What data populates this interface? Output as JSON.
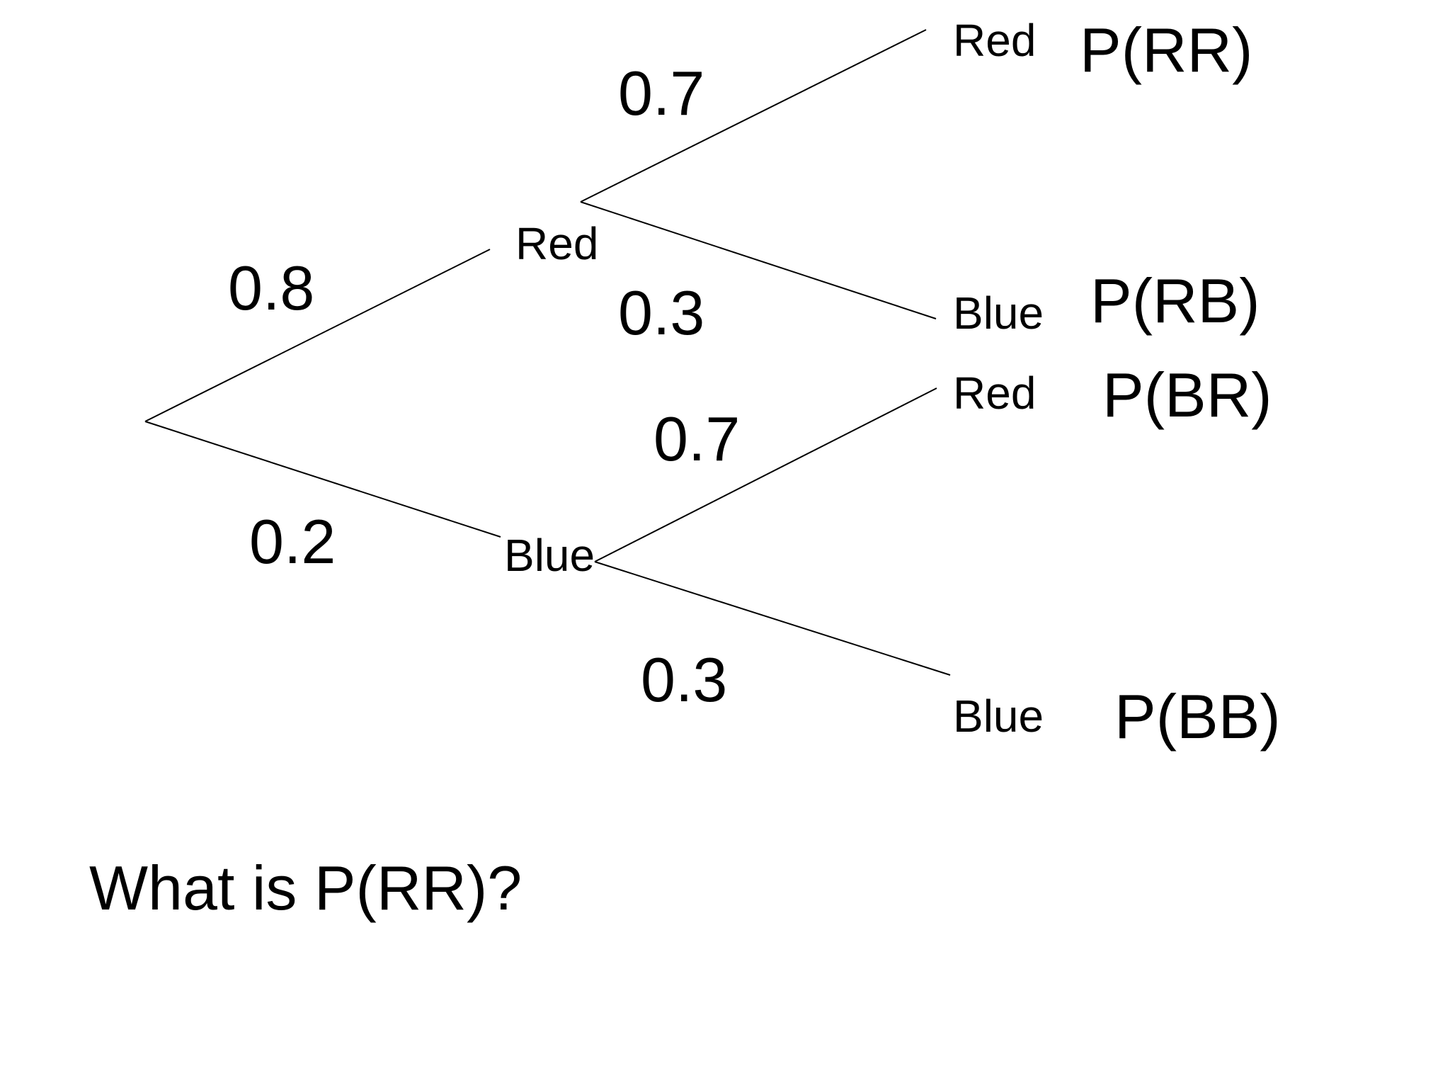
{
  "first_draw": {
    "red": {
      "label": "Red",
      "probability": "0.8"
    },
    "blue": {
      "label": "Blue",
      "probability": "0.2"
    }
  },
  "second_draw_after_red": {
    "red": {
      "label": "Red",
      "probability": "0.7",
      "outcome": "P(RR)"
    },
    "blue": {
      "label": "Blue",
      "probability": "0.3",
      "outcome": "P(RB)"
    }
  },
  "second_draw_after_blue": {
    "red": {
      "label": "Red",
      "probability": "0.7",
      "outcome": "P(BR)"
    },
    "blue": {
      "label": "Blue",
      "probability": "0.3",
      "outcome": "P(BB)"
    }
  },
  "question": "What is P(RR)?"
}
